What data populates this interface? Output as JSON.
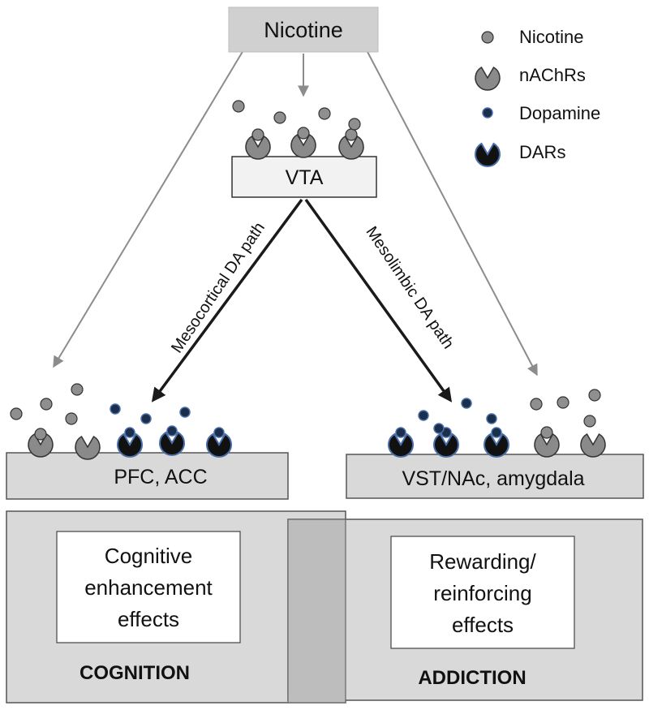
{
  "source": {
    "label": "Nicotine"
  },
  "vta": {
    "label": "VTA"
  },
  "legend": {
    "items": [
      {
        "label": "Nicotine",
        "icon": "nicotine-dot-icon"
      },
      {
        "label": "nAChRs",
        "icon": "nachr-receptor-icon"
      },
      {
        "label": "Dopamine",
        "icon": "dopamine-dot-icon"
      },
      {
        "label": "DARs",
        "icon": "dar-receptor-icon"
      }
    ]
  },
  "paths": {
    "mesocortical": "Mesocortical DA path",
    "mesolimbic": "Mesolimbic DA path"
  },
  "regions": {
    "left": "PFC, ACC",
    "right": "VST/NAc, amygdala"
  },
  "effects": {
    "cognitive": [
      "Cognitive",
      "enhancement",
      "effects"
    ],
    "rewarding": [
      "Rewarding/",
      "reinforcing",
      "effects"
    ]
  },
  "outcomes": {
    "cognition": "COGNITION",
    "addiction": "ADDICTION"
  },
  "colors": {
    "nicotine_fill": "#8f8f8f",
    "nachr_fill": "#8a8a8a",
    "dopamine_fill": "#1b2f4d",
    "dar_fill": "#111111",
    "dar_outline": "#4a6fa8",
    "box_fill": "#d9d9d9",
    "vta_fill": "#f2f2f2",
    "gray_arrow": "#8c8c8c",
    "black_arrow": "#1a1a1a"
  }
}
